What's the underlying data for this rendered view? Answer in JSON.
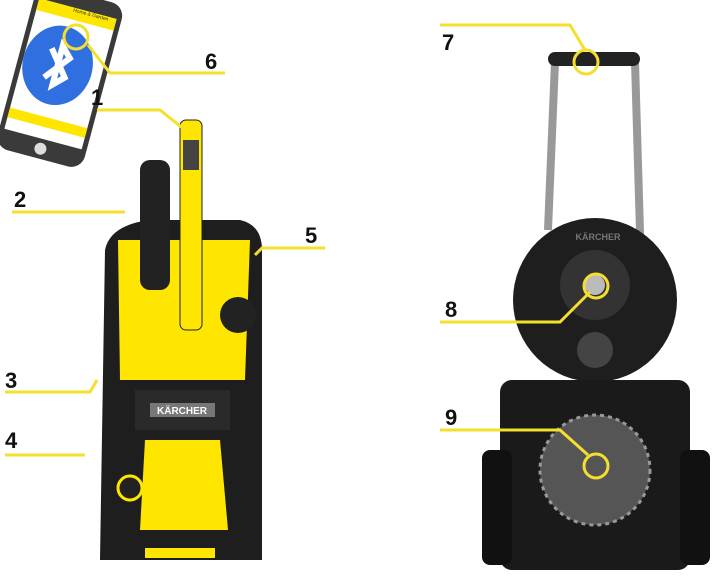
{
  "colors": {
    "callout": "#f5df2e",
    "body_yellow": "#ffe600",
    "body_black": "#1e1e1e",
    "bluetooth": "#2f6fe0"
  },
  "phone": {
    "header": "Home & Garden",
    "icon": "bluetooth-icon"
  },
  "brand": "KÄRCHER",
  "callouts": [
    "1",
    "2",
    "3",
    "4",
    "5",
    "6",
    "7",
    "8",
    "9"
  ]
}
